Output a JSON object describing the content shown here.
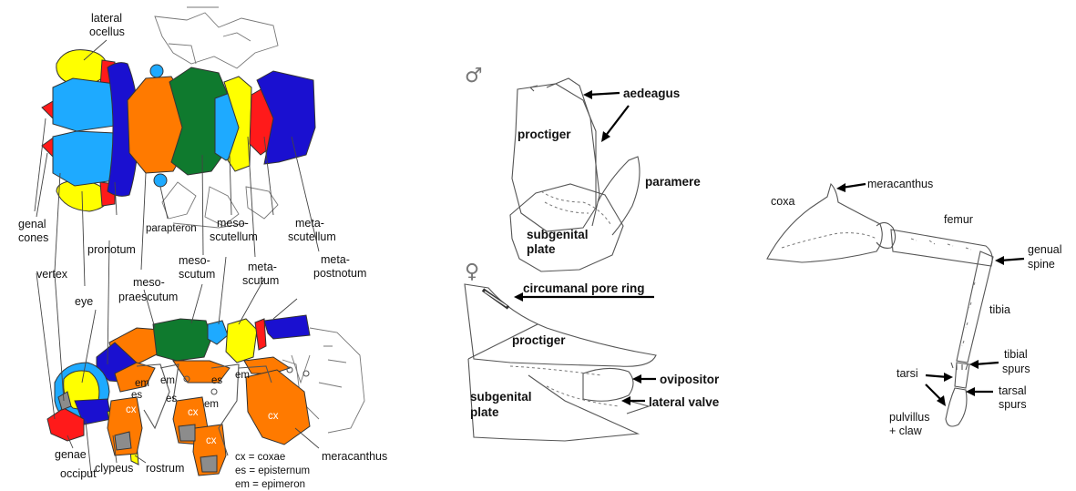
{
  "colors": {
    "yellow": "#ffff00",
    "light_blue": "#1eaaff",
    "dark_blue": "#1a10d0",
    "orange": "#ff7a00",
    "green": "#0f7a2e",
    "red": "#ff1a1a",
    "grey": "#8c8c8c"
  },
  "panel_a": {
    "labels": {
      "lateral_ocellus": [
        "lateral",
        "ocellus"
      ],
      "genal_cones": [
        "genal",
        "cones"
      ],
      "vertex": "vertex",
      "pronotum": "pronotum",
      "parapteron": "parapteron",
      "meso_scutellum": [
        "meso-",
        "scutellum"
      ],
      "meta_scutellum": [
        "meta-",
        "scutellum"
      ],
      "meso_scutum": [
        "meso-",
        "scutum"
      ],
      "meta_scutum": [
        "meta-",
        "scutum"
      ],
      "meta_postnotum": [
        "meta-",
        "postnotum"
      ],
      "meso_praescutum": [
        "meso-",
        "praescutum"
      ],
      "eye": "eye",
      "genae": "genae",
      "occiput": "occiput",
      "clypeus": "clypeus",
      "rostrum": "rostrum",
      "meracanthus": "meracanthus",
      "em": "em",
      "es": "es",
      "cx": "cx"
    },
    "legend": [
      "cx = coxae",
      "es = episternum",
      "em = epimeron"
    ]
  },
  "panel_b": {
    "male_symbol": "♂",
    "female_symbol": "♀",
    "labels": {
      "aedeagus": "aedeagus",
      "proctiger": "proctiger",
      "paramere": "paramere",
      "subgenital_plate": [
        "subgenital",
        "plate"
      ],
      "circumanal_pore_ring": "circumanal pore ring",
      "ovipositor": "ovipositor",
      "lateral_valve": "lateral valve"
    }
  },
  "panel_c": {
    "labels": {
      "meracanthus": "meracanthus",
      "coxa": "coxa",
      "femur": "femur",
      "genual_spine": [
        "genual",
        "spine"
      ],
      "tibia": "tibia",
      "tibial_spurs": [
        "tibial",
        "spurs"
      ],
      "tarsi": "tarsi",
      "tarsal_spurs": [
        "tarsal",
        "spurs"
      ],
      "pulvillus_claw": [
        "pulvillus",
        "+ claw"
      ]
    }
  }
}
